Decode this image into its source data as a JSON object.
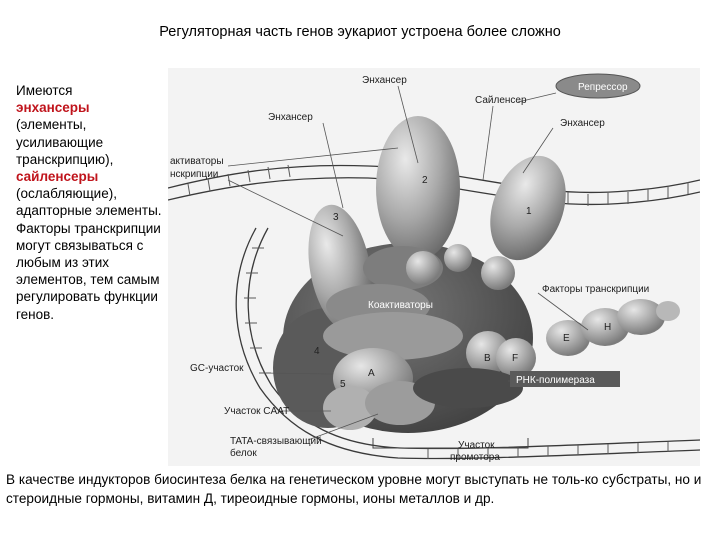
{
  "slide": {
    "title": "Регуляторная часть генов эукариот устроена более сложно",
    "left_text": {
      "p1": "Имеются",
      "enhancers": "энхансеры",
      "p2": "(элементы, усиливающие транскрипцию),",
      "silencers": "сайленсеры",
      "p3": "(ослабляющие), адапторные элементы. Факторы транскрипции могут связываться с любым из этих элементов, тем самым регулировать функции генов."
    },
    "bottom_text": "В качестве индукторов биосинтеза белка на генетическом уровне могут выступать не толь-ко субстраты, но и стероидные гормоны, витамин Д, тиреоидные гормоны, ионы металлов и др."
  },
  "figure": {
    "labels": {
      "enhancer_top": "Энхансер",
      "repressor": "Репрессор",
      "silencer": "Сайленсер",
      "enhancer_left": "Энхансер",
      "enhancer_right": "Энхансер",
      "activators_1": "активаторы",
      "activators_2": "нскрипции",
      "coactivators": "Коактиваторы",
      "tf": "Факторы транскрипции",
      "gc": "GC-участок",
      "rna_pol": "РНК-полимераза",
      "caat": "Участок CAAT",
      "tata_1": "TATA-связывающий",
      "tata_2": "белок",
      "promoter_1": "Участок",
      "promoter_2": "промотора"
    },
    "numbers": {
      "n1": "1",
      "n2": "2",
      "n3": "3",
      "n4": "4",
      "n5": "5",
      "a": "A",
      "b": "B",
      "e": "E",
      "f": "F",
      "h": "H"
    }
  }
}
